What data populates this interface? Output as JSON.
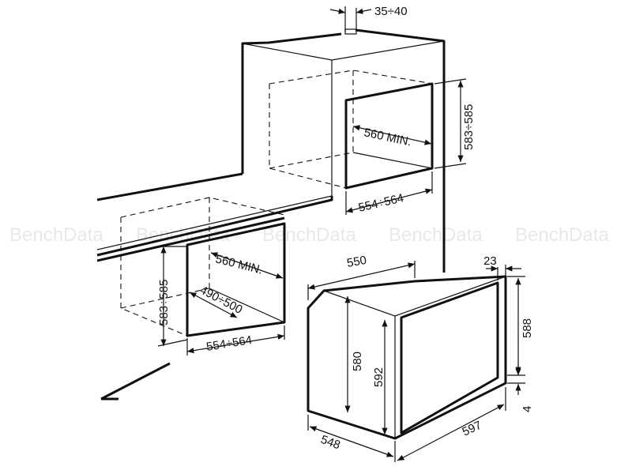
{
  "watermark": "BenchData",
  "upper_install": {
    "vent_gap": "35÷40",
    "niche_height": "583÷585",
    "niche_depth": "560 MIN.",
    "niche_width": "554÷564"
  },
  "lower_install": {
    "niche_height": "583÷585",
    "niche_depth": "560 MIN.",
    "inner_width": "490÷500",
    "niche_width": "554÷564"
  },
  "oven": {
    "depth": "550",
    "door_thickness": "23",
    "body_height": "580",
    "front_height": "592",
    "door_height": "588",
    "bottom_gap": "4",
    "body_depth": "548",
    "front_width": "597"
  }
}
